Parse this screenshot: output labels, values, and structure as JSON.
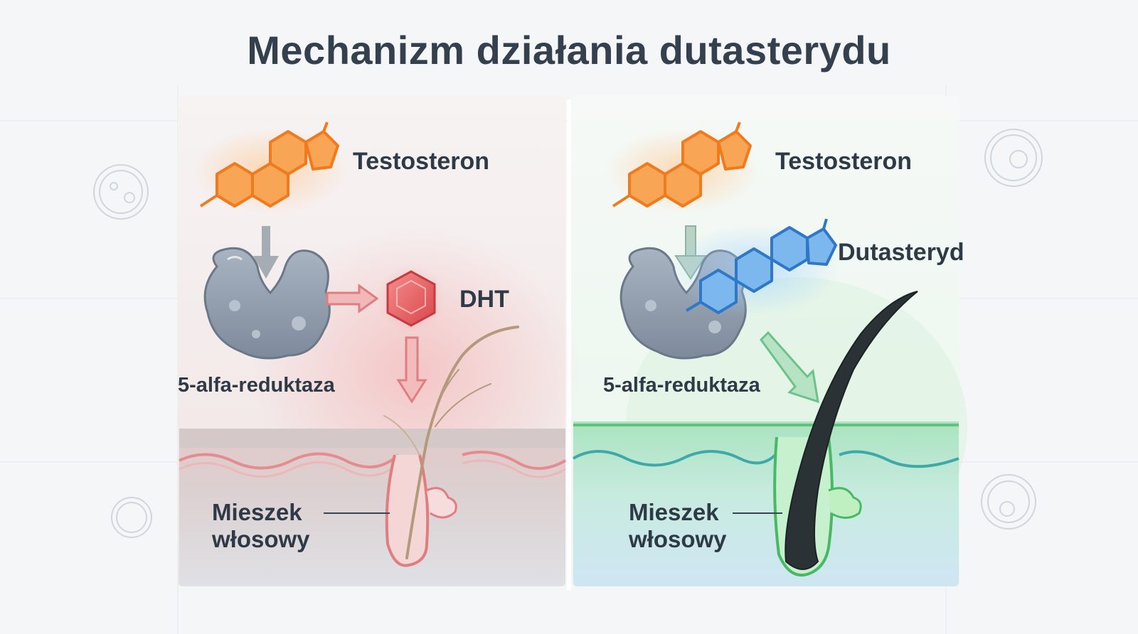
{
  "title": "Mechanizm działania dutasterydu",
  "left_panel": {
    "testosterone": "Testosteron",
    "enzyme": "5-alfa-reduktaza",
    "dht": "DHT",
    "follicle_line1": "Mieszek",
    "follicle_line2": "włosowy"
  },
  "right_panel": {
    "testosterone": "Testosteron",
    "dutasteride": "Dutasteryd",
    "enzyme": "5-alfa-reduktaza",
    "follicle_line1": "Mieszek",
    "follicle_line2": "włosowy"
  },
  "colors": {
    "testosterone": "#f5913c",
    "dht": "#e2575a",
    "dutasteride": "#4b95dc",
    "enzyme": "#8d9aab",
    "healthy_skin": "#8fdc9e",
    "inflamed_skin": "#e98f8f",
    "healthy_hair": "#2b3236",
    "thin_hair": "#b49a7c"
  }
}
